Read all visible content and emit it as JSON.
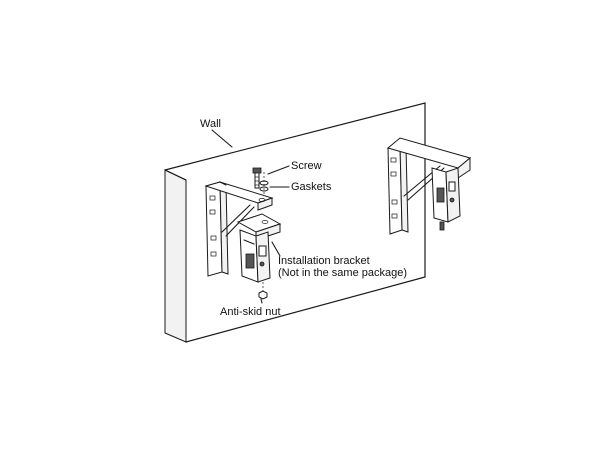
{
  "labels": {
    "wall": "Wall",
    "screw": "Screw",
    "gaskets": "Gaskets",
    "installation_bracket": "Installation bracket",
    "not_same_package": "(Not in the same package)",
    "anti_skid_nut": "Anti-skid nut"
  },
  "colors": {
    "line": "#1a1a1a",
    "background": "#ffffff",
    "shade": "#f2f2f2"
  }
}
